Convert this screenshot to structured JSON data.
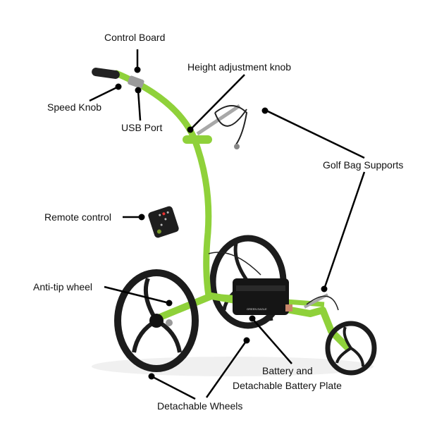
{
  "labels": {
    "control_board": "Control Board",
    "height_knob": "Height adjustment knob",
    "speed_knob": "Speed Knob",
    "usb_port": "USB Port",
    "golf_bag_supports": "Golf Bag Supports",
    "remote_control": "Remote control",
    "anti_tip_wheel": "Anti-tip wheel",
    "battery_line1": "Battery and",
    "battery_line2": "Detachable Battery Plate",
    "detachable_wheels": "Detachable Wheels"
  },
  "brand_logo_text": "GREEN EAGLE",
  "colors": {
    "frame": "#8fd13a",
    "frame_dark": "#6fae22",
    "wheel": "#1c1c1c",
    "callout": "#000000"
  }
}
